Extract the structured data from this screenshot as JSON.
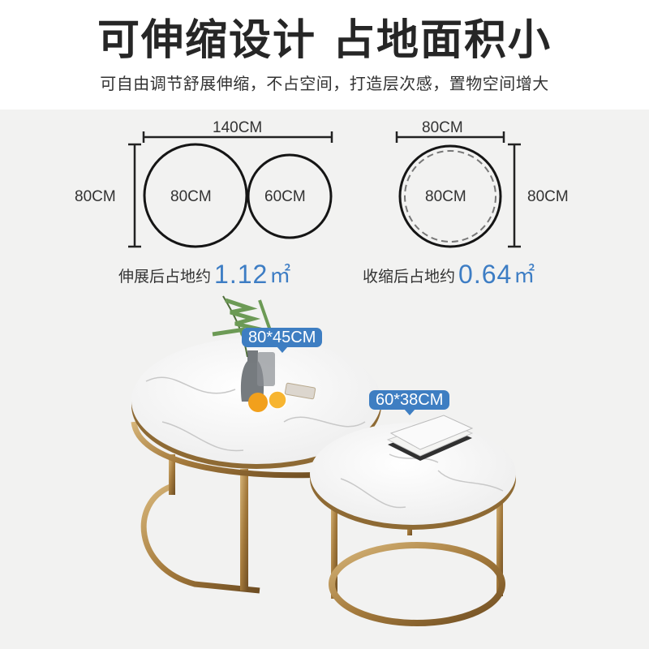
{
  "header": {
    "title": "可伸缩设计 占地面积小",
    "subtitle": "可自由调节舒展伸缩，不占空间，打造层次感，置物空间增大"
  },
  "expanded_diagram": {
    "width_label": "140CM",
    "height_label": "80CM",
    "large_circle_label": "80CM",
    "small_circle_label": "60CM",
    "area_caption": "伸展后占地约",
    "area_value": "1.12",
    "area_unit": "㎡"
  },
  "collapsed_diagram": {
    "width_label": "80CM",
    "height_label": "80CM",
    "circle_label": "80CM",
    "area_caption": "收缩后占地约",
    "area_value": "0.64",
    "area_unit": "㎡"
  },
  "product": {
    "large_table_badge": "80*45CM",
    "small_table_badge": "60*38CM"
  },
  "colors": {
    "accent_blue": "#3e7ec2",
    "gold_frame": "#b08a4a",
    "background": "#f2f2f1",
    "header_bg": "#ffffff"
  }
}
